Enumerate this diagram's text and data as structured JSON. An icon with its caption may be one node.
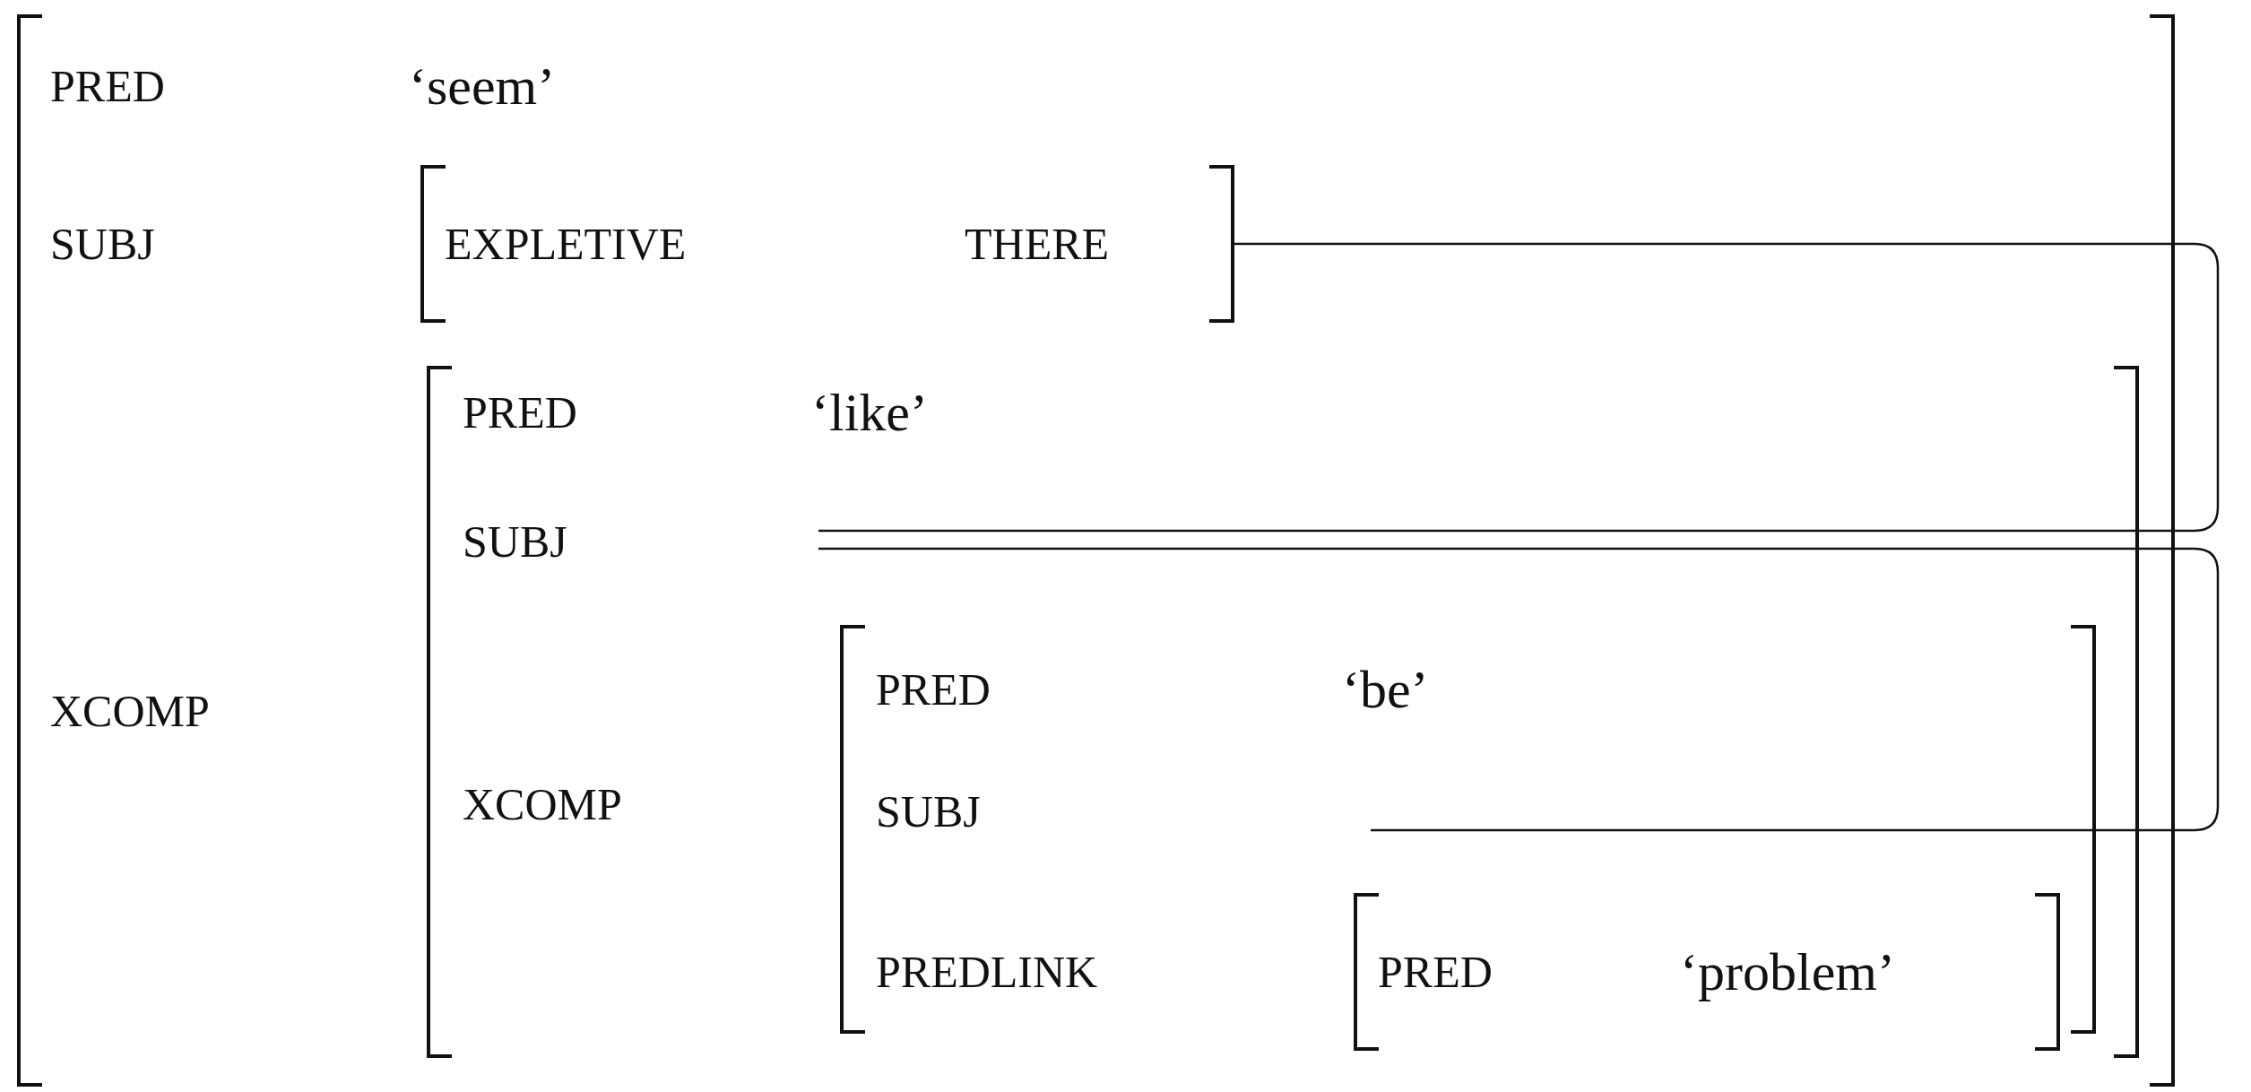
{
  "diagram": {
    "nodes": [
      {
        "text": [
          "PRED",
          "‘seem’",
          "SUBJ",
          "XCOMP"
        ]
      },
      {
        "text": [
          "EXPLETIVE",
          "THERE"
        ],
        "in": 0
      },
      {
        "text": [
          "PRED",
          "‘like’",
          "SUBJ",
          "XCOMP"
        ],
        "in": 0
      },
      {
        "text": [],
        "shape": "line",
        "in": 2
      },
      {
        "text": [
          "PRED",
          "‘be’",
          "SUBJ",
          "PREDLINK"
        ],
        "in": 2
      },
      {
        "text": [],
        "shape": "line",
        "in": 4
      },
      {
        "text": [
          "PRED",
          "‘problem’"
        ],
        "in": 4
      }
    ],
    "edges": [
      {
        "from": 1,
        "to": 3,
        "arrow": "none"
      },
      {
        "from": 3,
        "to": 5,
        "arrow": "none"
      }
    ]
  }
}
